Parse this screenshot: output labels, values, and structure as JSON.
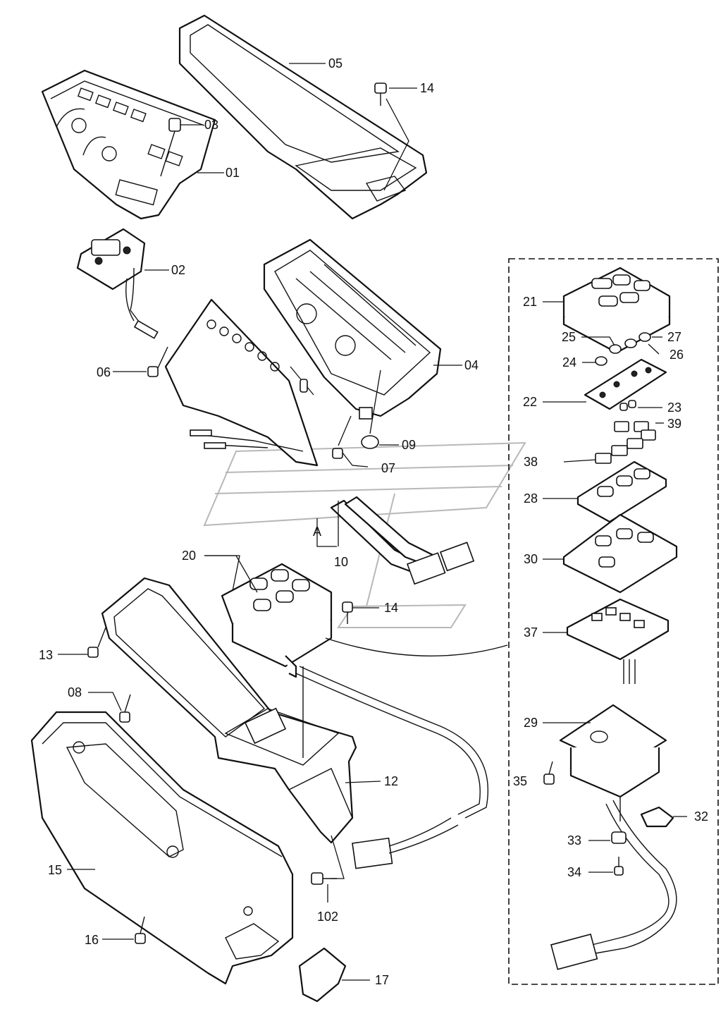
{
  "callouts": {
    "c05": "05",
    "c14a": "14",
    "c03": "03",
    "c01": "01",
    "c02": "02",
    "c04": "04",
    "c06": "06",
    "c07": "07",
    "c09": "09",
    "cA": "A",
    "c10": "10",
    "c20": "20",
    "c14b": "14",
    "c13": "13",
    "c08": "08",
    "c12": "12",
    "c15": "15",
    "c102": "102",
    "c16": "16",
    "c17": "17",
    "c21": "21",
    "c25": "25",
    "c27": "27",
    "c24": "24",
    "c26": "26",
    "c22": "22",
    "c23": "23",
    "c39": "39",
    "c38": "38",
    "c28": "28",
    "c30": "30",
    "c37": "37",
    "c29": "29",
    "c35": "35",
    "c32": "32",
    "c33": "33",
    "c34": "34"
  }
}
